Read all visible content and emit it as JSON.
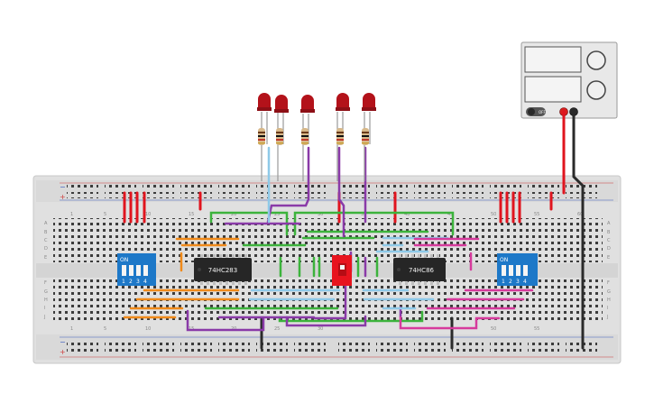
{
  "circuit": {
    "ic_left_label": "74HC283",
    "ic_right_label": "74HC86",
    "dip_switch": {
      "on_label": "ON",
      "positions": [
        "1",
        "2",
        "3",
        "4"
      ]
    },
    "breadboard": {
      "row_labels": [
        "A",
        "B",
        "C",
        "D",
        "E",
        "F",
        "G",
        "H",
        "I",
        "J"
      ],
      "column_numbers": [
        "1",
        "5",
        "10",
        "15",
        "20",
        "25",
        "30",
        "35",
        "40",
        "45",
        "50",
        "55",
        "60"
      ],
      "rail_minus": "−",
      "rail_plus": "+"
    },
    "power_supply": {
      "off_label": "OFF"
    },
    "led_count": 5,
    "colors": {
      "breadboard": "#e2e2e2",
      "wire_red": "#e0141e",
      "wire_orange": "#f08a1a",
      "wire_green": "#3cb33c",
      "wire_purple": "#8a3aa8",
      "wire_lightblue": "#8ec9e8",
      "wire_pink": "#d63a9c",
      "wire_black": "#2a2a2a",
      "led": "#b3121a",
      "switch_blue": "#1d78c8"
    }
  }
}
